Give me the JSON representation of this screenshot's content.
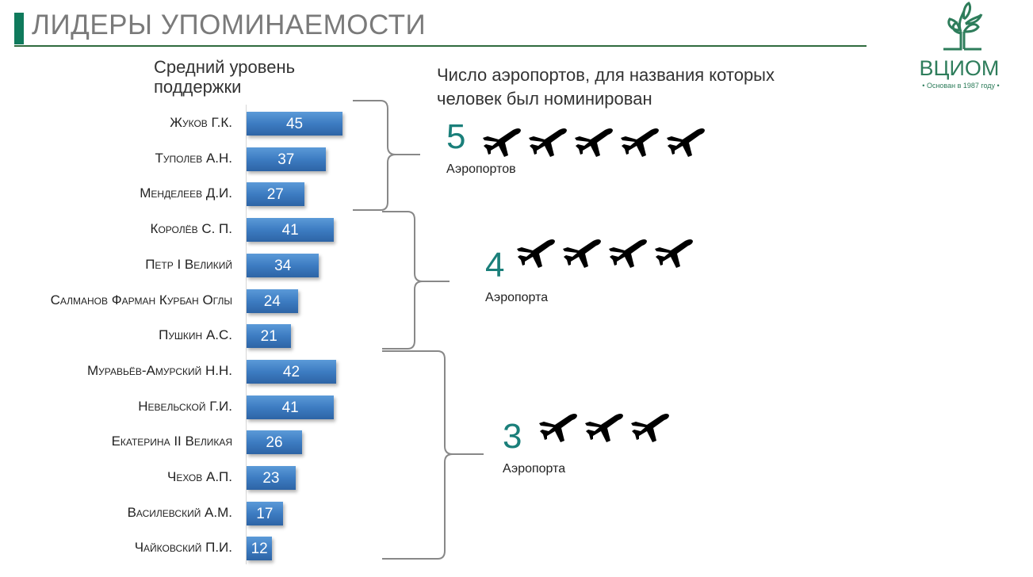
{
  "header": {
    "title": "ЛИДЕРЫ УПОМИНАЕМОСТИ"
  },
  "logo": {
    "name": "ВЦИОМ",
    "tagline": "• Основан в 1987 году •"
  },
  "left_title": "Средний уровень поддержки",
  "right_title_line1": "Число аэропортов, для названия которых",
  "right_title_line2": "человек был номинирован",
  "chart_data": {
    "type": "bar",
    "orientation": "horizontal",
    "title": "Средний уровень поддержки",
    "categories": [
      "Жуков Г.К.",
      "Туполев А.Н.",
      "Менделеев Д.И.",
      "Королёв С. П.",
      "Петр I Великий",
      "Салманов Фарман Курбан Оглы",
      "Пушкин А.С.",
      "Муравьёв-Амурский Н.Н.",
      "Невельской Г.И.",
      "Екатерина II Великая",
      "Чехов А.П.",
      "Василевский А.М.",
      "Чайковский П.И."
    ],
    "values": [
      45,
      37,
      27,
      41,
      34,
      24,
      21,
      42,
      41,
      26,
      23,
      17,
      12
    ],
    "xlim": [
      0,
      50
    ],
    "groups": [
      {
        "airports": "5",
        "label": "Аэропортов",
        "count": 5,
        "members": [
          0,
          1,
          2
        ]
      },
      {
        "airports": "4",
        "label": "Аэропорта",
        "count": 4,
        "members": [
          3,
          4,
          5,
          6
        ]
      },
      {
        "airports": "3",
        "label": "Аэропорта",
        "count": 3,
        "members": [
          7,
          8,
          9,
          10,
          11,
          12
        ]
      }
    ],
    "bar_color": "#3d7cc2"
  }
}
